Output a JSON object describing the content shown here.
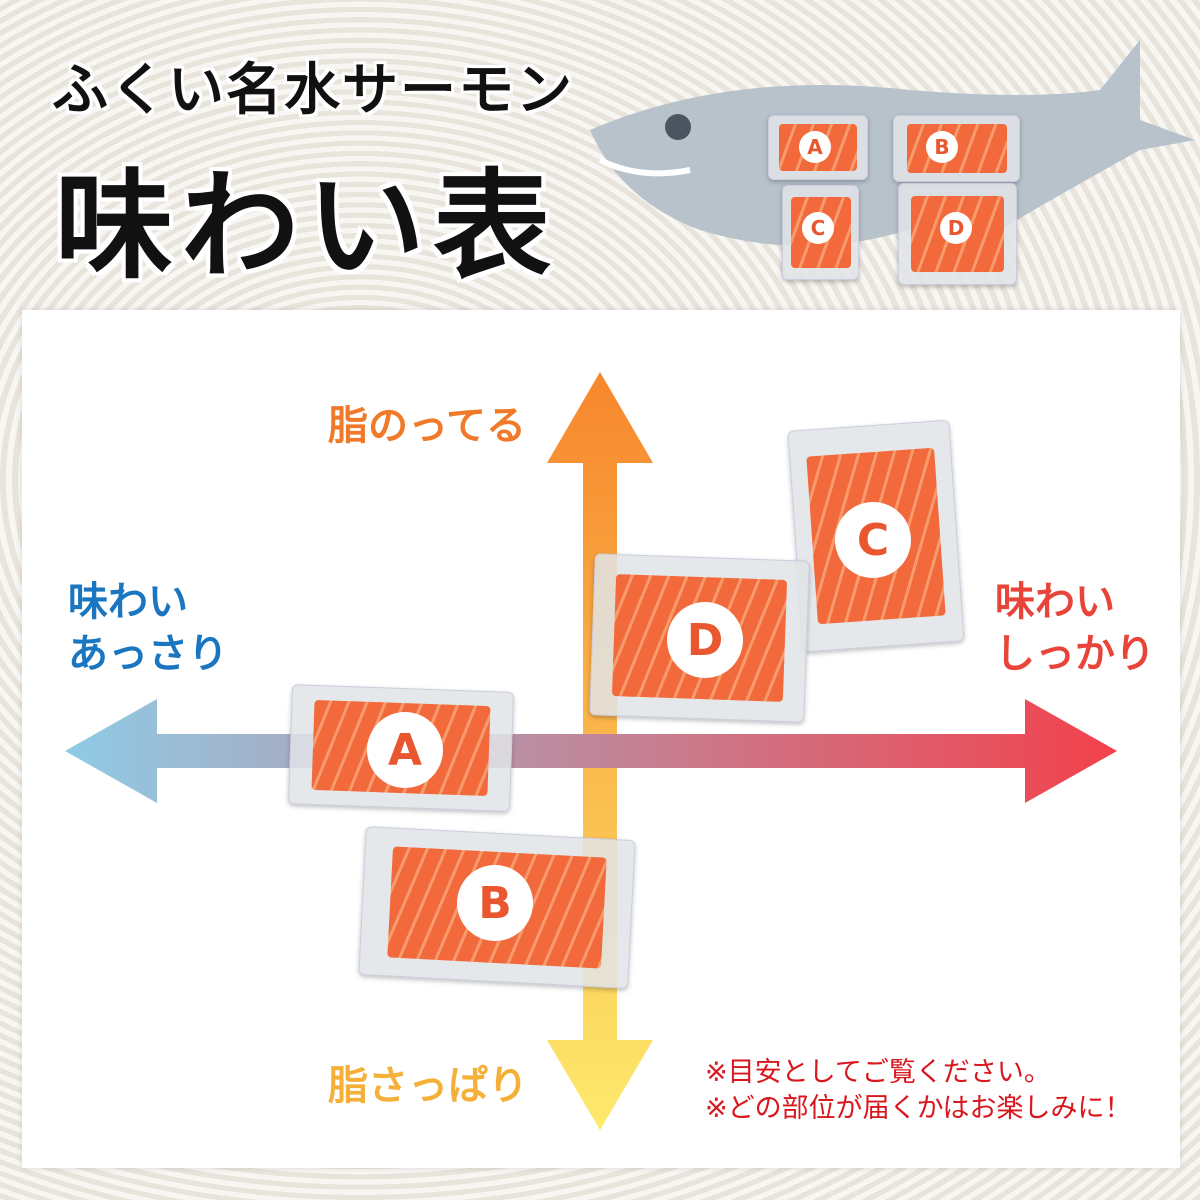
{
  "title": {
    "line1": "ふくい名水サーモン",
    "line2": "味わい表"
  },
  "axes": {
    "top": "脂のってる",
    "bottom": "脂さっぱり",
    "left": [
      "味わい",
      "あっさり"
    ],
    "right": [
      "味わい",
      "しっかり"
    ]
  },
  "items": [
    {
      "label": "A",
      "fat": -0.05,
      "taste": -0.35
    },
    {
      "label": "B",
      "fat": -0.45,
      "taste": -0.2
    },
    {
      "label": "C",
      "fat": 0.55,
      "taste": 0.5
    },
    {
      "label": "D",
      "fat": 0.3,
      "taste": 0.2
    }
  ],
  "notes": [
    "※目安としてご覧ください。",
    "※どの部位が届くかはお楽しみに！"
  ],
  "colors": {
    "fat_top": "#f7862c",
    "fat_bottom": "#fdea6c",
    "taste_left": "#8fcbe6",
    "taste_right": "#f3414c",
    "left_label": "#1a76c0",
    "right_label": "#e8443a",
    "top_label": "#f07a2a",
    "bottom_label": "#f5b03a"
  }
}
